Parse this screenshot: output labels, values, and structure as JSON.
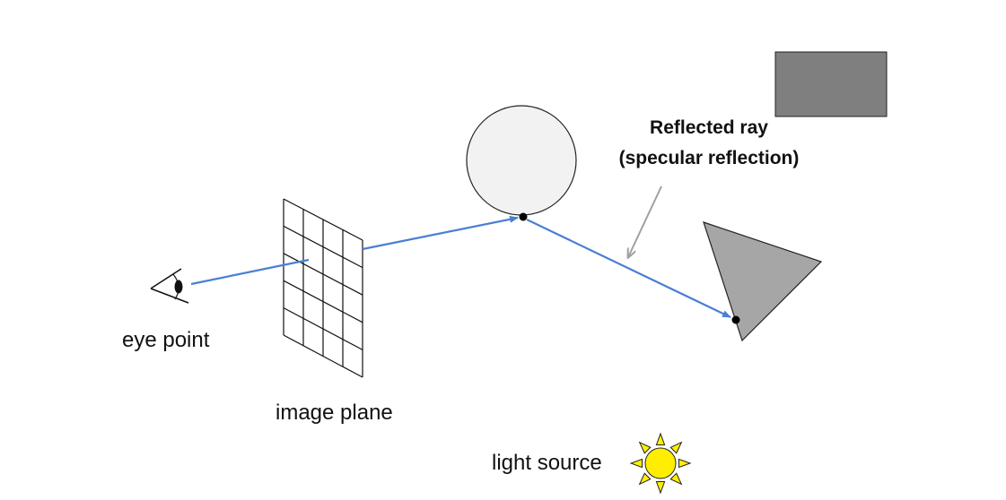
{
  "labels": {
    "eye_point": "eye point",
    "image_plane": "image plane",
    "light_source": "light source",
    "reflected_ray_line1": "Reflected ray",
    "reflected_ray_line2": "(specular reflection)"
  },
  "colors": {
    "ray": "#4a7fd4",
    "sphere_fill": "#f2f2f2",
    "rectangle_fill": "#7f7f7f",
    "triangle_fill": "#a6a6a6",
    "pointer_arrow": "#a0a0a0",
    "sun_fill": "#ffee00",
    "outline": "#000000"
  },
  "icons": {
    "eye": "eye-icon",
    "sun": "sun-icon"
  },
  "image_plane_grid": {
    "rows": 5,
    "columns": 4
  }
}
